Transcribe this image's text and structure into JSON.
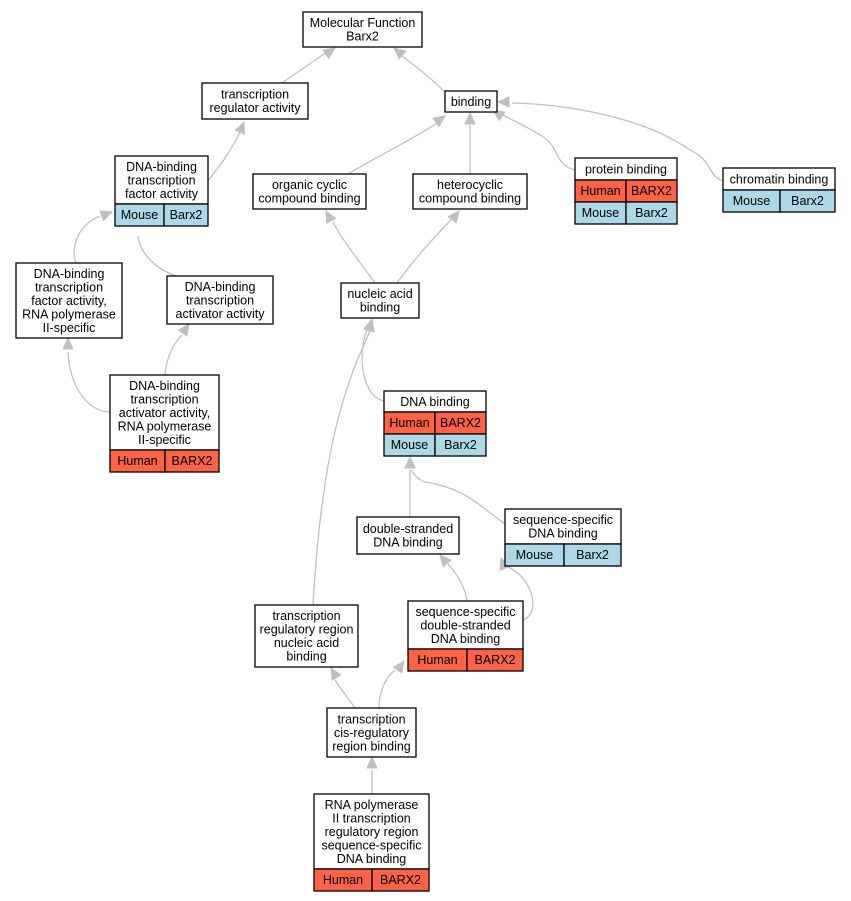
{
  "colors": {
    "human": "#ff6347",
    "mouse": "#add8e6",
    "edge": "#c0c0c0"
  },
  "nodes": {
    "molecular_function": {
      "lines": [
        "Molecular Function",
        "Barx2"
      ]
    },
    "transcription_regulator_activity": {
      "lines": [
        "transcription",
        "regulator activity"
      ]
    },
    "binding": {
      "lines": [
        "binding"
      ]
    },
    "dna_binding_tf_activity": {
      "lines": [
        "DNA-binding",
        "transcription",
        "factor activity"
      ],
      "rows": [
        {
          "species": "Mouse",
          "gene": "Barx2"
        }
      ]
    },
    "organic_cyclic_compound_binding": {
      "lines": [
        "organic cyclic",
        "compound binding"
      ]
    },
    "heterocyclic_compound_binding": {
      "lines": [
        "heterocyclic",
        "compound binding"
      ]
    },
    "protein_binding": {
      "lines": [
        "protein binding"
      ],
      "rows": [
        {
          "species": "Human",
          "gene": "BARX2"
        },
        {
          "species": "Mouse",
          "gene": "Barx2"
        }
      ]
    },
    "chromatin_binding": {
      "lines": [
        "chromatin binding"
      ],
      "rows": [
        {
          "species": "Mouse",
          "gene": "Barx2"
        }
      ]
    },
    "dna_binding_tf_activity_rnapii": {
      "lines": [
        "DNA-binding",
        "transcription",
        "factor activity,",
        "RNA polymerase",
        "II-specific"
      ]
    },
    "dna_binding_tf_activator_activity": {
      "lines": [
        "DNA-binding",
        "transcription",
        "activator activity"
      ]
    },
    "nucleic_acid_binding": {
      "lines": [
        "nucleic acid",
        "binding"
      ]
    },
    "dna_binding_tf_activator_rnapii": {
      "lines": [
        "DNA-binding",
        "transcription",
        "activator activity,",
        "RNA polymerase",
        "II-specific"
      ],
      "rows": [
        {
          "species": "Human",
          "gene": "BARX2"
        }
      ]
    },
    "dna_binding": {
      "lines": [
        "DNA binding"
      ],
      "rows": [
        {
          "species": "Human",
          "gene": "BARX2"
        },
        {
          "species": "Mouse",
          "gene": "Barx2"
        }
      ]
    },
    "sequence_specific_dna_binding": {
      "lines": [
        "sequence-specific",
        "DNA binding"
      ],
      "rows": [
        {
          "species": "Mouse",
          "gene": "Barx2"
        }
      ]
    },
    "double_stranded_dna_binding": {
      "lines": [
        "double-stranded",
        "DNA binding"
      ]
    },
    "transcription_regulatory_region_na_binding": {
      "lines": [
        "transcription",
        "regulatory region",
        "nucleic acid",
        "binding"
      ]
    },
    "sequence_specific_ds_dna_binding": {
      "lines": [
        "sequence-specific",
        "double-stranded",
        "DNA binding"
      ],
      "rows": [
        {
          "species": "Human",
          "gene": "BARX2"
        }
      ]
    },
    "transcription_cis_regulatory_region_binding": {
      "lines": [
        "transcription",
        "cis-regulatory",
        "region binding"
      ]
    },
    "rnapii_tr_region_ss_dna_binding": {
      "lines": [
        "RNA polymerase",
        "II transcription",
        "regulatory region",
        "sequence-specific",
        "DNA binding"
      ],
      "rows": [
        {
          "species": "Human",
          "gene": "BARX2"
        }
      ]
    }
  }
}
